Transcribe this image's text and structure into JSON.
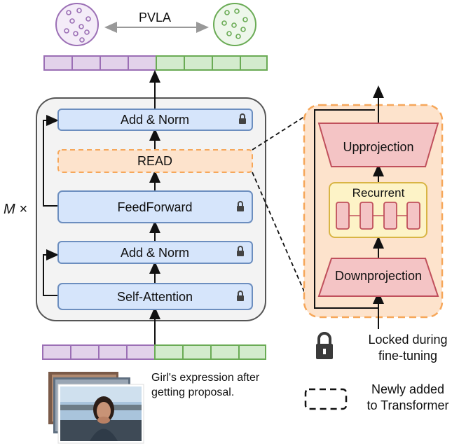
{
  "top": {
    "alignment_label": "PVLA"
  },
  "layer_stack": {
    "repeat_label": "M ×",
    "blocks": [
      {
        "label": "Add & Norm",
        "locked": true
      },
      {
        "label": "READ",
        "locked": false,
        "newly_added": true
      },
      {
        "label": "FeedForward",
        "locked": true
      },
      {
        "label": "Add & Norm",
        "locked": true
      },
      {
        "label": "Self-Attention",
        "locked": true
      }
    ]
  },
  "read_module": {
    "upprojection": "Upprojection",
    "recurrent": "Recurrent",
    "downprojection": "Downprojection"
  },
  "input": {
    "caption_line1": "Girl's expression after",
    "caption_line2": "getting proposal."
  },
  "legend": {
    "locked_line1": "Locked during",
    "locked_line2": "fine-tuning",
    "new_line1": "Newly added",
    "new_line2": "to Transformer"
  },
  "colors": {
    "purple": "#9b6fb5",
    "purple_fill": "#e2d2ea",
    "green": "#6aab55",
    "green_fill": "#d3ebcd",
    "block_fill": "#d6e5fb",
    "block_stroke": "#6c8ebf",
    "orange": "#f6a75a",
    "orange_fill": "#fde3cc",
    "red_fill": "#f4c4c5",
    "red_stroke": "#c0505c",
    "yellow_fill": "#fdf3c7",
    "yellow_stroke": "#d8b545"
  }
}
